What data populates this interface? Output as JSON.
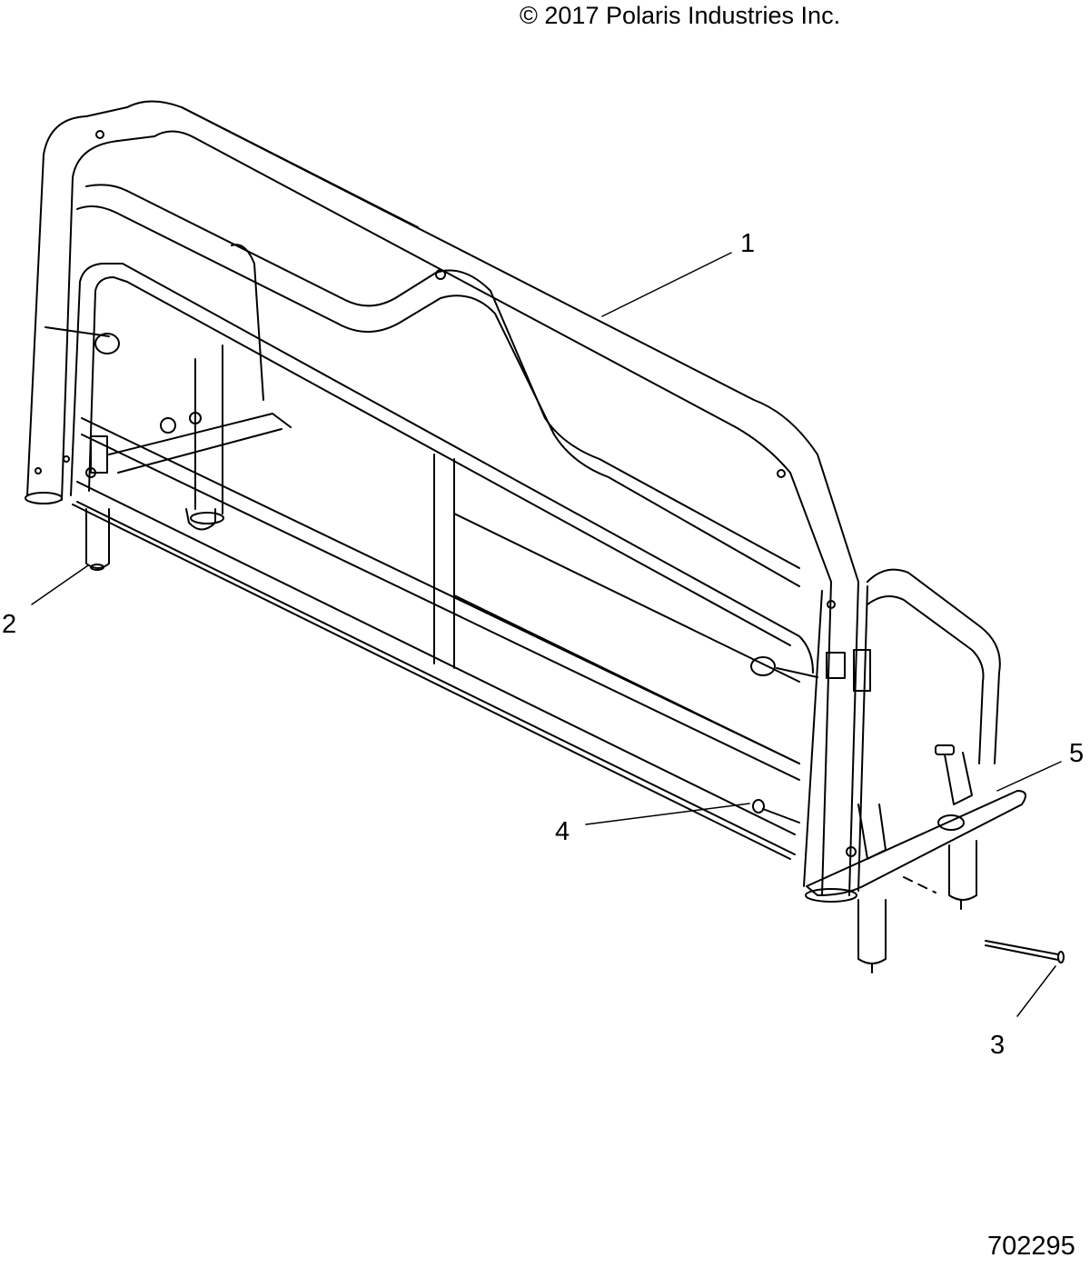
{
  "copyright": "© 2017 Polaris Industries Inc.",
  "drawing_number": "702295",
  "callouts": [
    {
      "id": "1",
      "label": "1"
    },
    {
      "id": "2",
      "label": "2"
    },
    {
      "id": "3",
      "label": "3"
    },
    {
      "id": "4",
      "label": "4"
    },
    {
      "id": "5",
      "label": "5"
    }
  ],
  "line_color": "#000000",
  "background": "#ffffff"
}
